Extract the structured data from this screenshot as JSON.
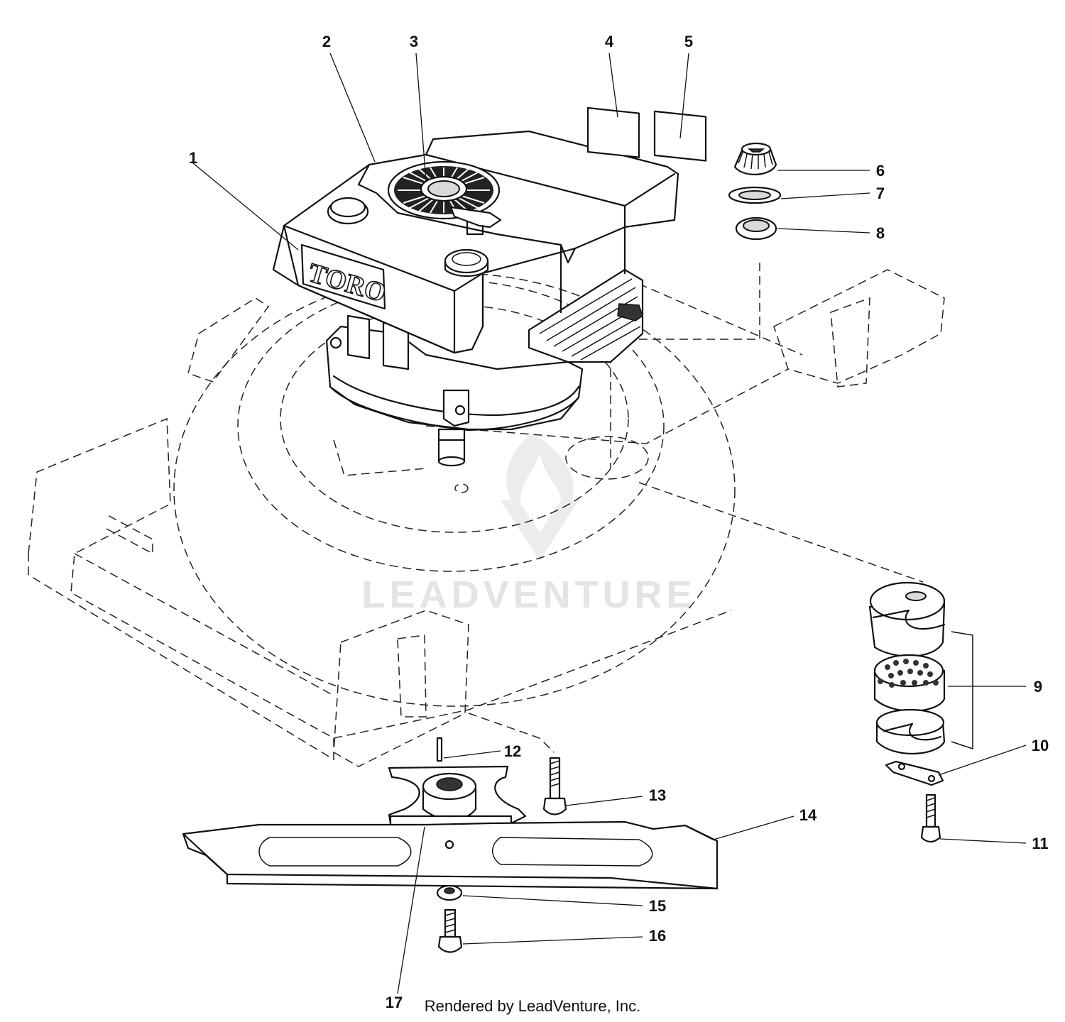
{
  "diagram": {
    "part_numbers": [
      "1",
      "2",
      "3",
      "4",
      "5",
      "6",
      "7",
      "8",
      "9",
      "10",
      "11",
      "12",
      "13",
      "14",
      "15",
      "16",
      "17"
    ],
    "brand_text": "TORO",
    "footer_credit": "Rendered by LeadVenture, Inc.",
    "watermark": "LEADVENTURE"
  }
}
